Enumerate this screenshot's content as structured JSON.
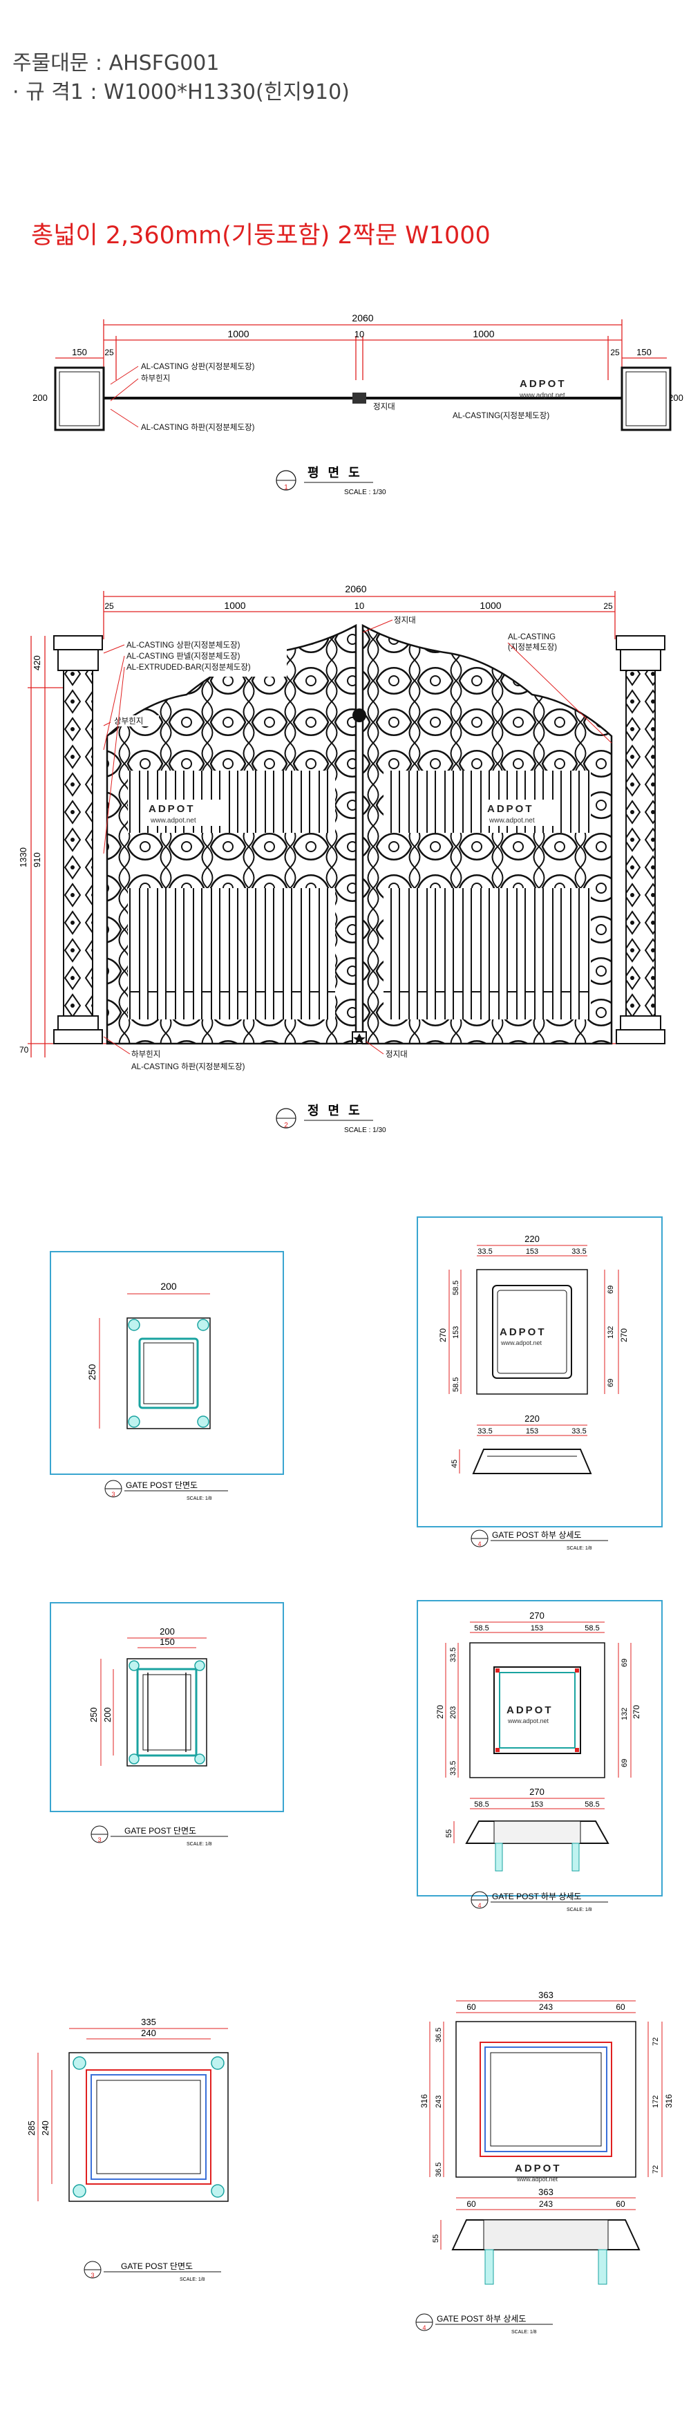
{
  "header": {
    "order_line": "주물대문 : AHSFG001",
    "spec_line": "· 규 격1 : W1000*H1330(힌지910)"
  },
  "headline": "총넓이 2,360mm(기둥포함) 2짝문 W1000",
  "plan": {
    "dims": [
      "2060",
      "1000",
      "10",
      "1000",
      "150",
      "25",
      "25",
      "150",
      "200",
      "200"
    ],
    "labels": {
      "top_casting": "AL-CASTING 상판(지정분체도장)",
      "hinge": "하부힌지",
      "bottom_casting": "AL-CASTING 하판(지정분체도장)",
      "stopper": "정지대",
      "right_casting": "AL-CASTING(지정분체도장)"
    },
    "title": "평 면 도",
    "num": "1",
    "scale": "SCALE : 1/30"
  },
  "elevation": {
    "dims_top": [
      "2060",
      "25",
      "1000",
      "10",
      "1000",
      "25"
    ],
    "dims_left": [
      "420",
      "1330",
      "910",
      "70"
    ],
    "labels": {
      "top": "AL-CASTING 상판(지정분체도장)",
      "mid": "AL-CASTING 판넬(지정분체도장)",
      "extrude": "AL-EXTRUDED-BAR(지정분체도장)",
      "stopper_top": "정지대",
      "right1": "AL-CASTING",
      "right2": "(지정분체도장)",
      "upper_hinge": "상부힌지",
      "lower_hinge": "하부힌지",
      "bottom": "AL-CASTING 하판(지정분체도장)",
      "stopper_bottom": "정지대"
    },
    "title": "정 면 도",
    "num": "2",
    "scale": "SCALE : 1/30"
  },
  "watermark": {
    "brand": "ADPOT",
    "url": "www.adpot.net"
  },
  "details": [
    {
      "section": {
        "w": "200",
        "h": "250",
        "num": "3",
        "title": "GATE POST 단면도",
        "scale": "SCALE: 1/8"
      },
      "base": {
        "top": [
          "220",
          "33.5",
          "153",
          "33.5"
        ],
        "left": [
          "58.5",
          "153",
          "58.5",
          "270"
        ],
        "right": [
          "69",
          "132",
          "69",
          "270"
        ],
        "bottom": [
          "220",
          "33.5",
          "153",
          "33.5"
        ],
        "h": "45",
        "num": "4",
        "title": "GATE POST 하부 상세도",
        "scale": "SCALE: 1/8"
      }
    },
    {
      "section": {
        "w1": "200",
        "w2": "150",
        "h1": "250",
        "h2": "200",
        "num": "3",
        "title": "GATE POST 단면도",
        "scale": "SCALE: 1/8"
      },
      "base": {
        "top": [
          "270",
          "58.5",
          "153",
          "58.5"
        ],
        "left": [
          "33.5",
          "203",
          "33.5",
          "270"
        ],
        "right": [
          "69",
          "132",
          "69",
          "270"
        ],
        "bottom": [
          "270",
          "58.5",
          "153",
          "58.5"
        ],
        "h": "55",
        "num": "4",
        "title": "GATE POST 하부 상세도",
        "scale": "SCALE: 1/8"
      }
    },
    {
      "section": {
        "w1": "335",
        "w2": "240",
        "h1": "285",
        "h2": "240",
        "num": "3",
        "title": "GATE POST 단면도",
        "scale": "SCALE: 1/8"
      },
      "base": {
        "top": [
          "363",
          "60",
          "243",
          "60"
        ],
        "left": [
          "36.5",
          "243",
          "36.5",
          "316"
        ],
        "right": [
          "72",
          "172",
          "72",
          "316"
        ],
        "bottom": [
          "363",
          "60",
          "243",
          "60"
        ],
        "h": "55",
        "num": "4",
        "title": "GATE POST 하부 상세도",
        "scale": "SCALE: 1/8"
      }
    }
  ]
}
